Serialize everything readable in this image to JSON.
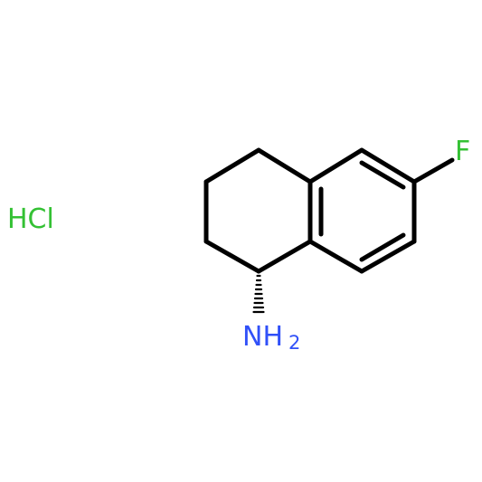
{
  "molecule": {
    "counterion": "HCl",
    "substituent": "F",
    "amine_main": "NH",
    "amine_subscript": "2"
  },
  "colors": {
    "bond": "#000000",
    "halogen": "#34c134",
    "nitrogen": "#3050f8",
    "background": "#ffffff"
  }
}
